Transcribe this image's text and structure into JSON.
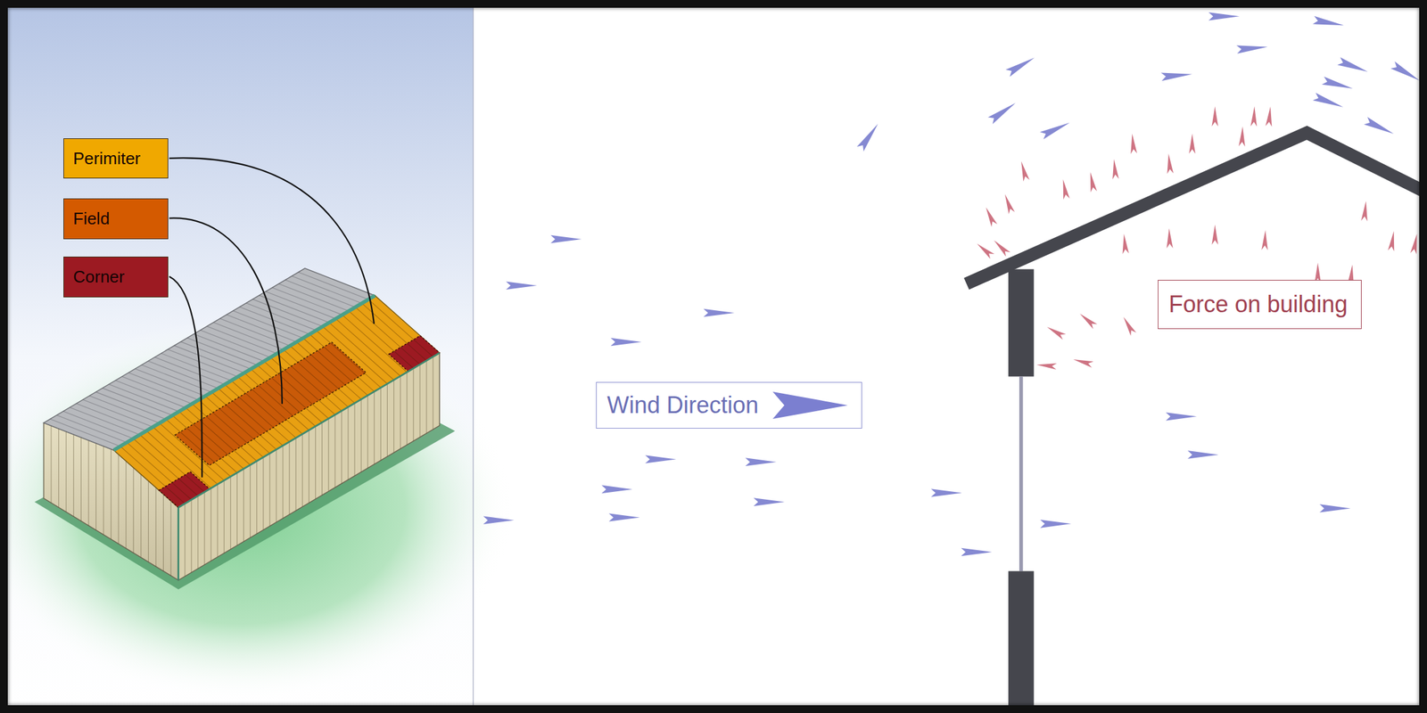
{
  "diagram": {
    "nodes": [
      {
        "text": [
          "Perimiter"
        ]
      },
      {
        "text": [
          "Field"
        ]
      },
      {
        "text": [
          "Corner"
        ]
      },
      {
        "text": [
          "Wind Direction"
        ]
      },
      {
        "text": [
          "Force on building"
        ]
      }
    ]
  }
}
